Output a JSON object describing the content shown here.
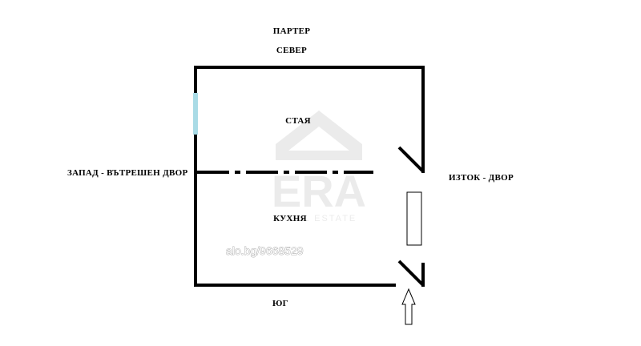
{
  "floor_plan": {
    "floor_label": "ПАРТЕР",
    "directions": {
      "north": "СЕВЕР",
      "south": "ЮГ",
      "west": "ЗАПАД - ВЪТРЕШЕН ДВОР",
      "east": "ИЗТОК - ДВОР"
    },
    "rooms": {
      "room": "СТАЯ",
      "kitchen": "КУХНЯ"
    }
  },
  "watermark": {
    "listing_id": "alo.bg/9668529",
    "brand_logo": {
      "text": "ERA",
      "subtext": "REAL ESTATE"
    }
  },
  "colors": {
    "walls": "#000000",
    "window": "#a9dbe6",
    "watermark": "#d0d0d0"
  }
}
